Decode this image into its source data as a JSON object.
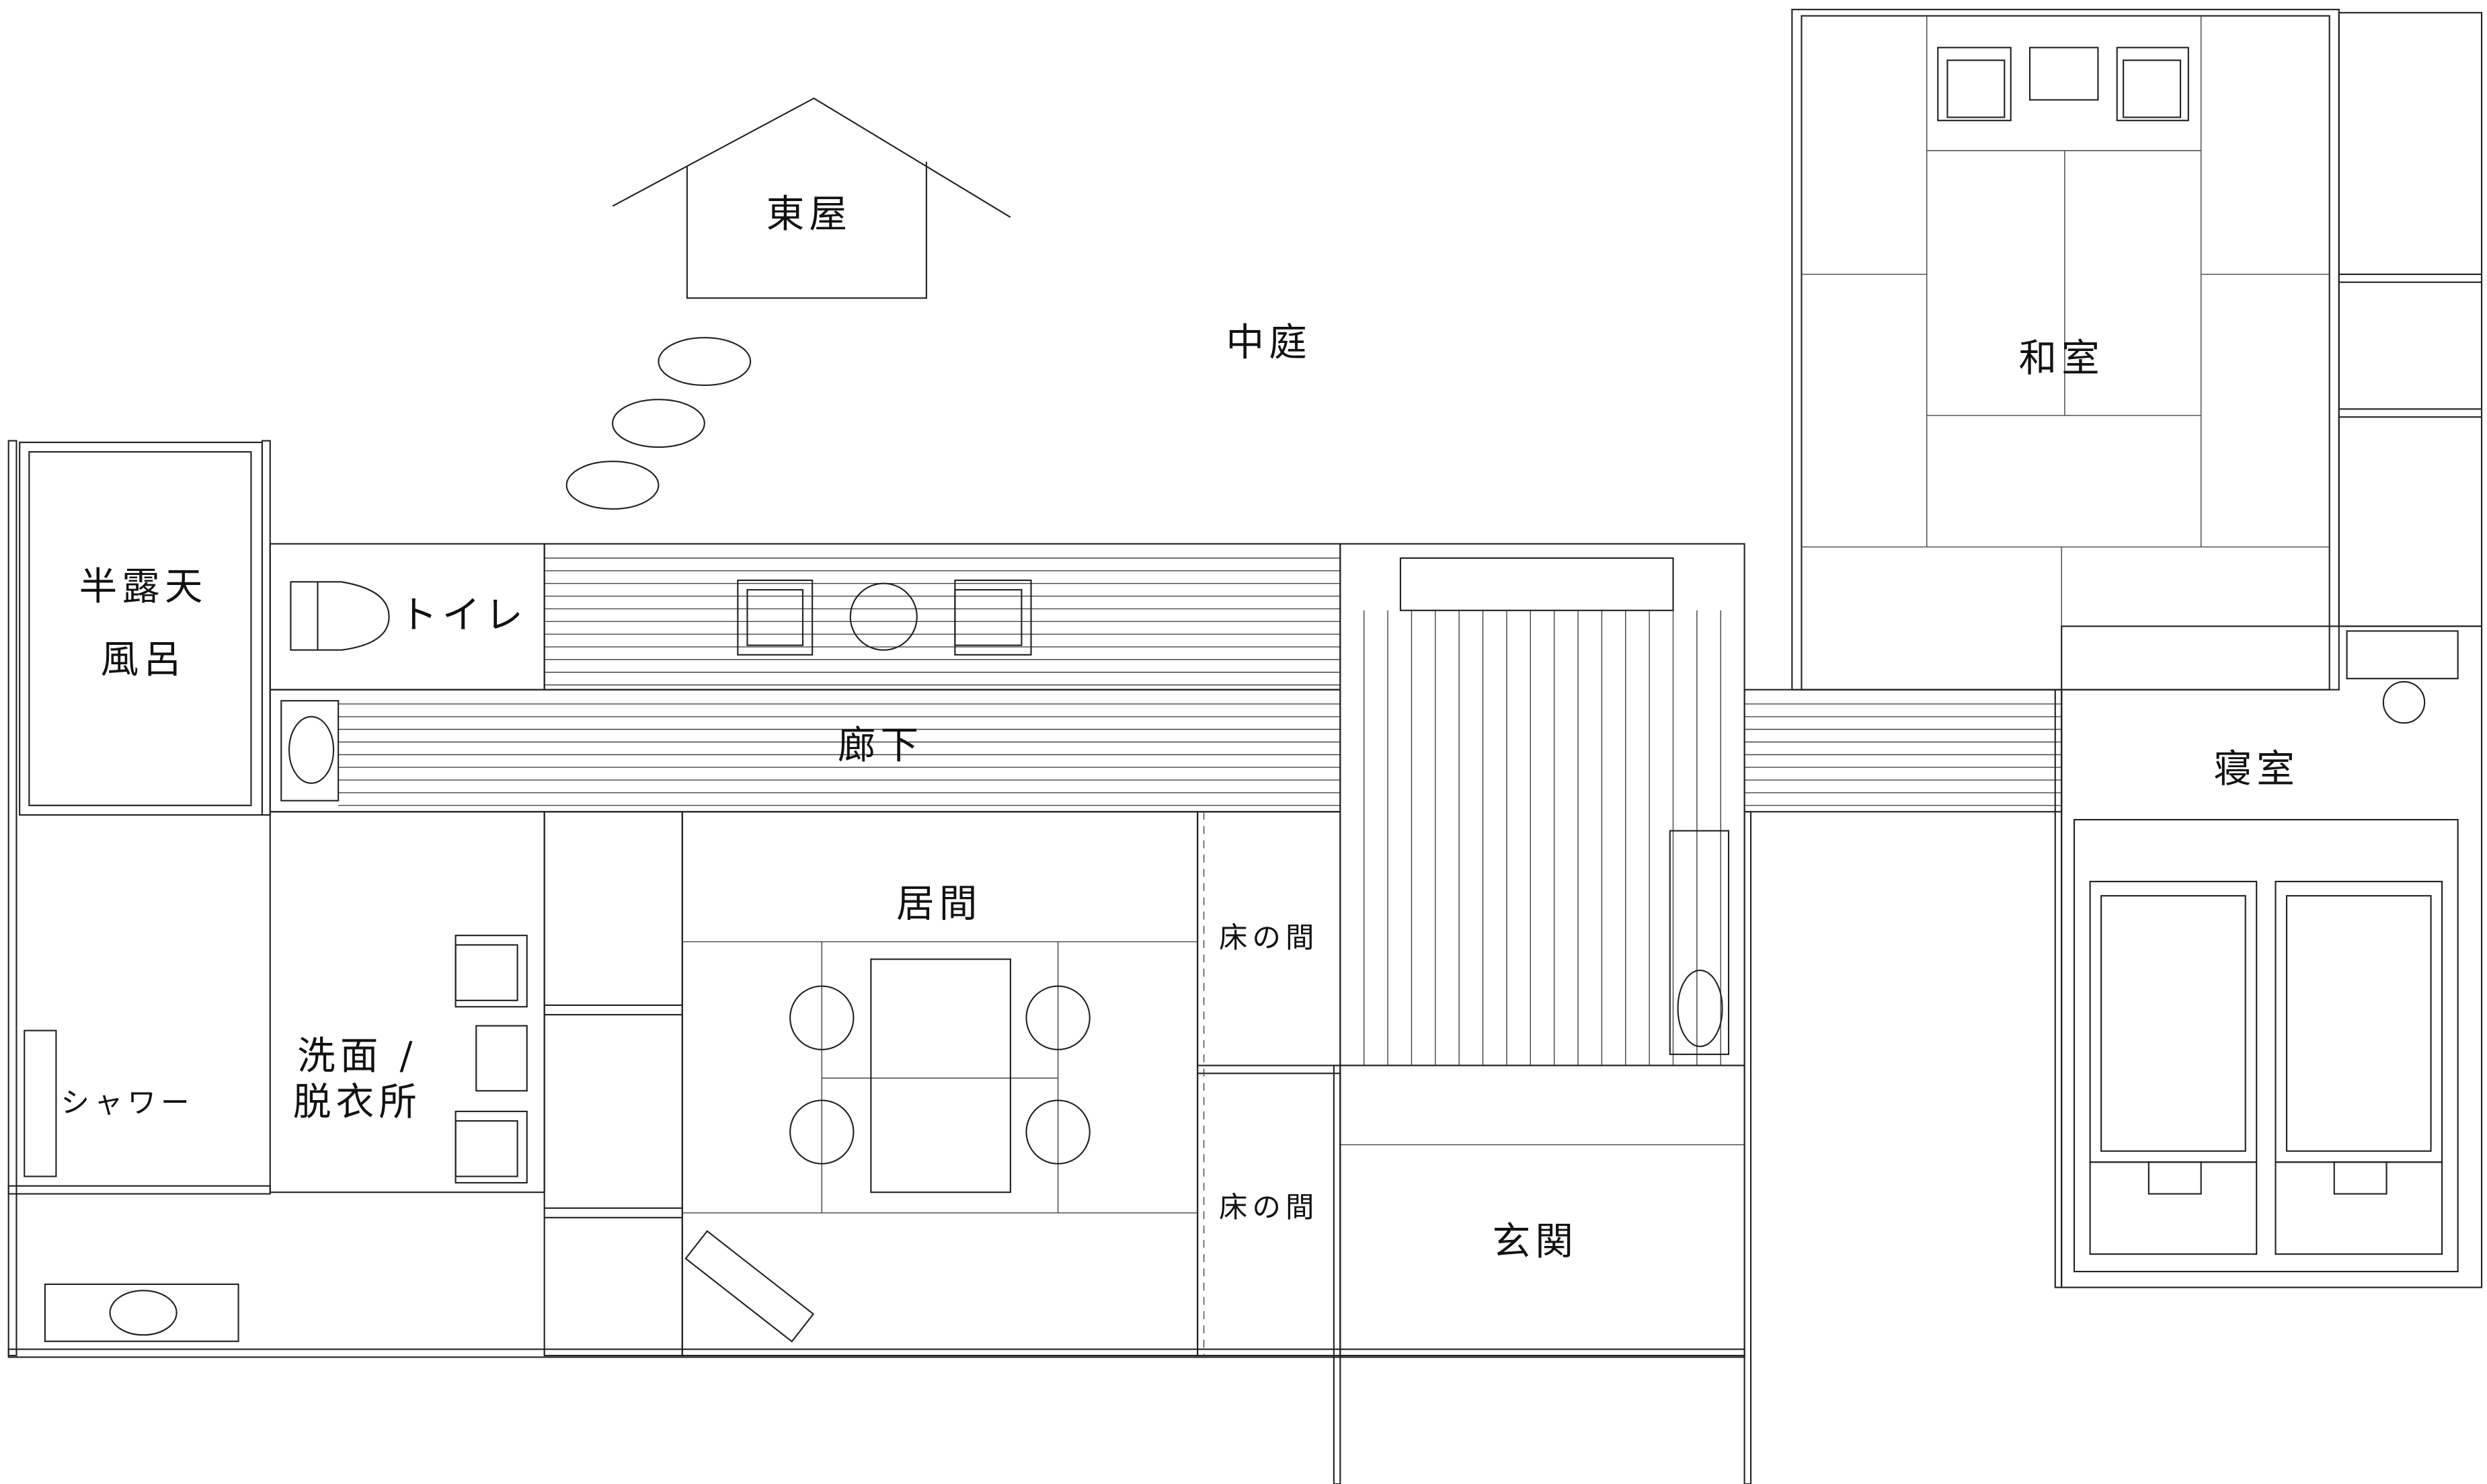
{
  "plan": {
    "rooms": {
      "azumaya": "東屋",
      "courtyard": "中庭",
      "washitsu": "和室",
      "bath_line1": "半露天",
      "bath_line2": "風呂",
      "toilet": "トイレ",
      "corridor": "廊下",
      "bedroom": "寝室",
      "living": "居間",
      "tokonoma_1": "床の間",
      "tokonoma_2": "床の間",
      "washroom_line1": "洗面 /",
      "washroom_line2": "脱衣所",
      "shower": "シャワー",
      "entrance": "玄関"
    },
    "line_color": "#222222",
    "background": "#ffffff"
  }
}
